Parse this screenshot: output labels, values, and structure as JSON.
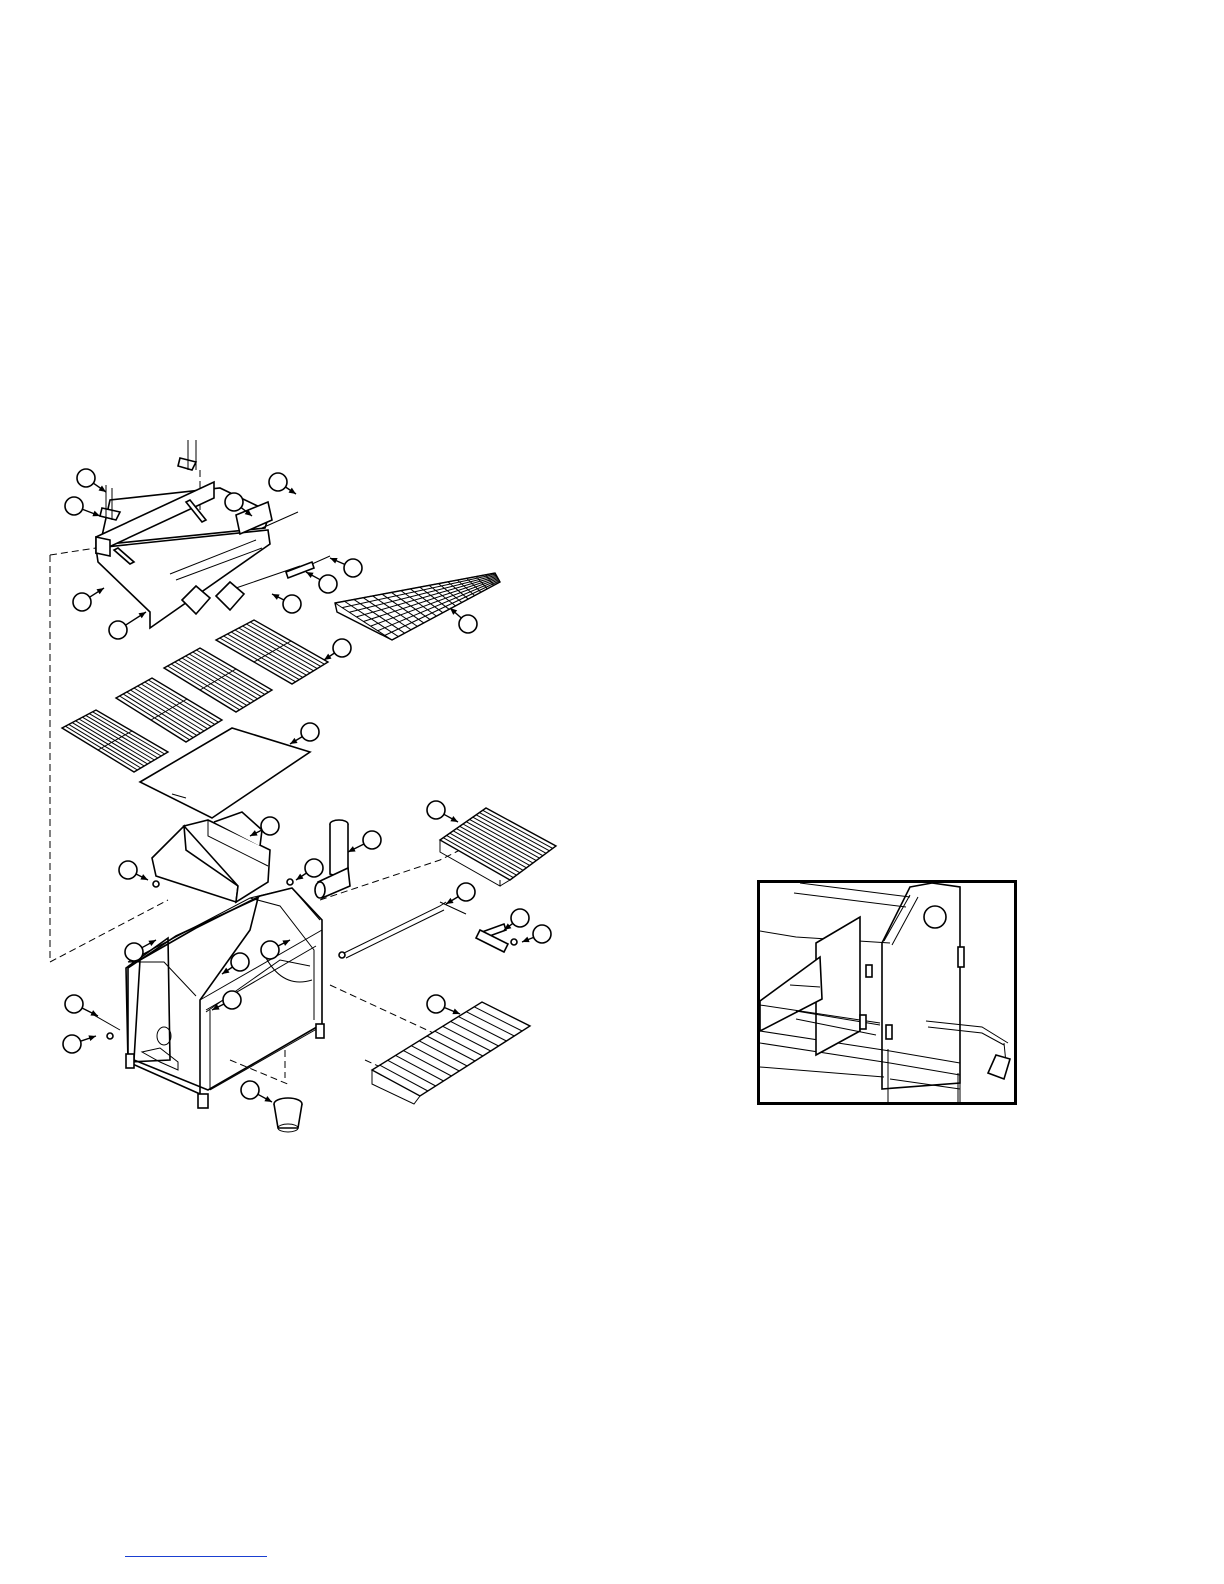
{
  "figure": {
    "description_label": "",
    "callouts": [
      {
        "id": "c1",
        "label": ""
      },
      {
        "id": "c2",
        "label": ""
      },
      {
        "id": "c3",
        "label": ""
      },
      {
        "id": "c4",
        "label": ""
      },
      {
        "id": "c5",
        "label": ""
      },
      {
        "id": "c6",
        "label": ""
      },
      {
        "id": "c7",
        "label": ""
      },
      {
        "id": "c8",
        "label": ""
      },
      {
        "id": "c9",
        "label": ""
      },
      {
        "id": "c10",
        "label": ""
      },
      {
        "id": "c11",
        "label": ""
      },
      {
        "id": "c12",
        "label": ""
      },
      {
        "id": "c13",
        "label": ""
      },
      {
        "id": "c14",
        "label": ""
      },
      {
        "id": "c15",
        "label": ""
      },
      {
        "id": "c16",
        "label": ""
      },
      {
        "id": "c17",
        "label": ""
      },
      {
        "id": "c18",
        "label": ""
      },
      {
        "id": "c19",
        "label": ""
      },
      {
        "id": "c20",
        "label": ""
      },
      {
        "id": "c21",
        "label": ""
      },
      {
        "id": "c22",
        "label": ""
      },
      {
        "id": "c23",
        "label": ""
      },
      {
        "id": "c24",
        "label": ""
      },
      {
        "id": "c25",
        "label": ""
      },
      {
        "id": "c26",
        "label": ""
      }
    ]
  },
  "colors": {
    "line": "#000000",
    "background": "#ffffff",
    "rule": "#1a3fd1"
  }
}
